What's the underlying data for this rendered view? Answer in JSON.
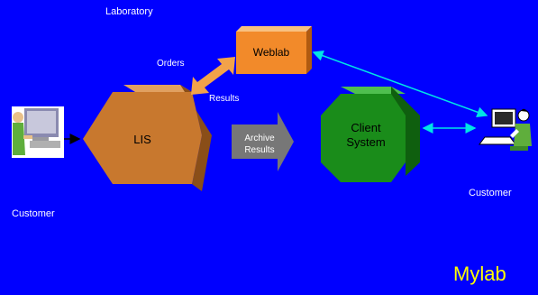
{
  "labels": {
    "laboratory": "Laboratory",
    "orders": "Orders",
    "results": "Results",
    "customer_left": "Customer",
    "customer_right": "Customer",
    "brand": "Mylab"
  },
  "nodes": {
    "weblab": "Weblab",
    "lis": "LIS",
    "archive_line1": "Archive",
    "archive_line2": "Results",
    "client_line1": "Client",
    "client_line2": "System"
  },
  "colors": {
    "background": "#0000ff",
    "lis": "#c8782e",
    "weblab": "#f28a2a",
    "client_system": "#1a8c1a",
    "archive_arrow": "#777777",
    "connector": "#00e5e5",
    "orders_arrow": "#f2a24a",
    "brand": "#ffff00"
  },
  "icons": {
    "left_user": "computer-user-icon",
    "right_user": "laptop-user-icon"
  }
}
